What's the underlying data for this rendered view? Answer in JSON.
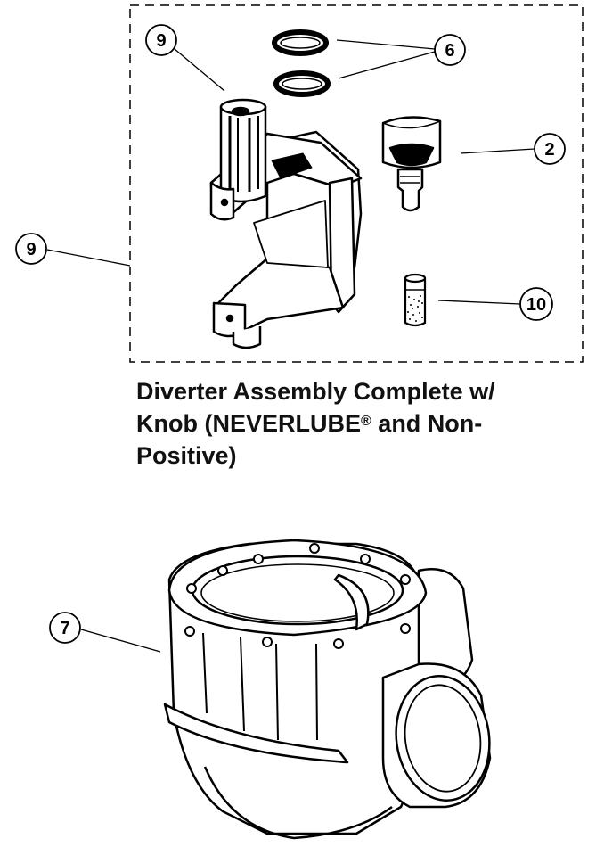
{
  "caption": {
    "line1": "Diverter Assembly Complete w/",
    "line2_prefix": "Knob (NEVERLUBE",
    "line2_mark": "®",
    "line2_suffix": " and Non-",
    "line3": "Positive)"
  },
  "callouts": {
    "stem_top": "9",
    "orings": "6",
    "knob": "2",
    "assembly": "9",
    "spring_pin": "10",
    "valve_body": "7"
  }
}
